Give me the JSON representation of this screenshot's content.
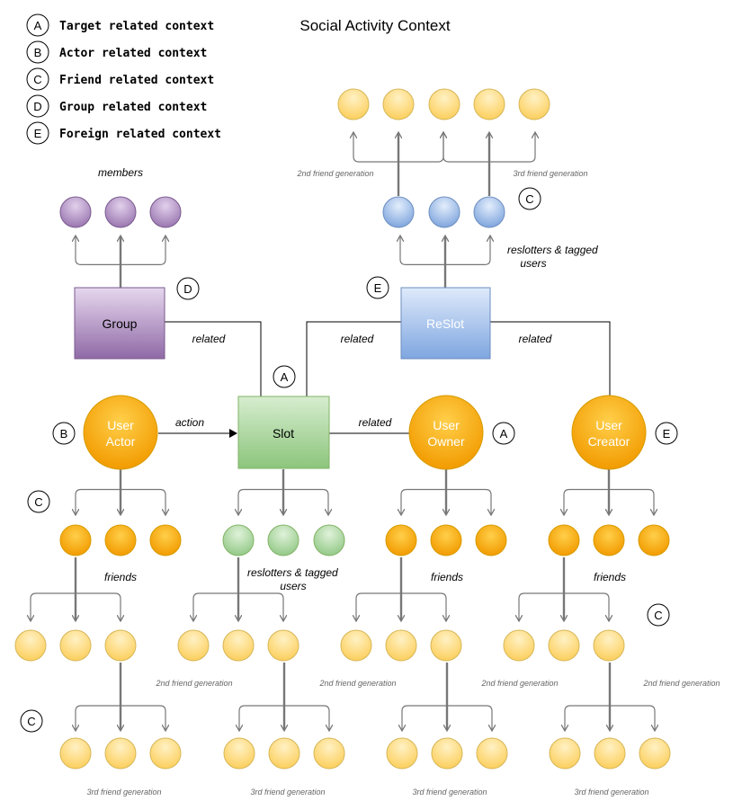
{
  "title": "Social Activity Context",
  "legend": [
    {
      "letter": "A",
      "text": "Target related context"
    },
    {
      "letter": "B",
      "text": "Actor related context"
    },
    {
      "letter": "C",
      "text": "Friend related context"
    },
    {
      "letter": "D",
      "text": "Group related context"
    },
    {
      "letter": "E",
      "text": "Foreign related context"
    }
  ],
  "nodes": {
    "group": "Group",
    "reslot": "ReSlot",
    "slot": "Slot",
    "user_actor": [
      "User",
      "Actor"
    ],
    "user_owner": [
      "User",
      "Owner"
    ],
    "user_creator": [
      "User",
      "Creator"
    ]
  },
  "labels": {
    "members": "members",
    "related": "related",
    "action": "action",
    "friends": "friends",
    "reslotters": [
      "reslotters & tagged",
      "users"
    ],
    "second_gen": "2nd friend generation",
    "third_gen": "3rd friend generation"
  },
  "badges": {
    "group": "D",
    "reslot": "E",
    "reslot_users": "C",
    "slot": "A",
    "actor": "B",
    "owner": "A",
    "creator": "E",
    "actor_friends": "C",
    "creator_second": "C",
    "actor_third": "C"
  },
  "colors": {
    "orange": "#f5a300",
    "orange_light": "#fdd36b",
    "purple": "#a07fb2",
    "blue": "#8fb3e6",
    "green": "#a3d294",
    "line": "#777777"
  }
}
